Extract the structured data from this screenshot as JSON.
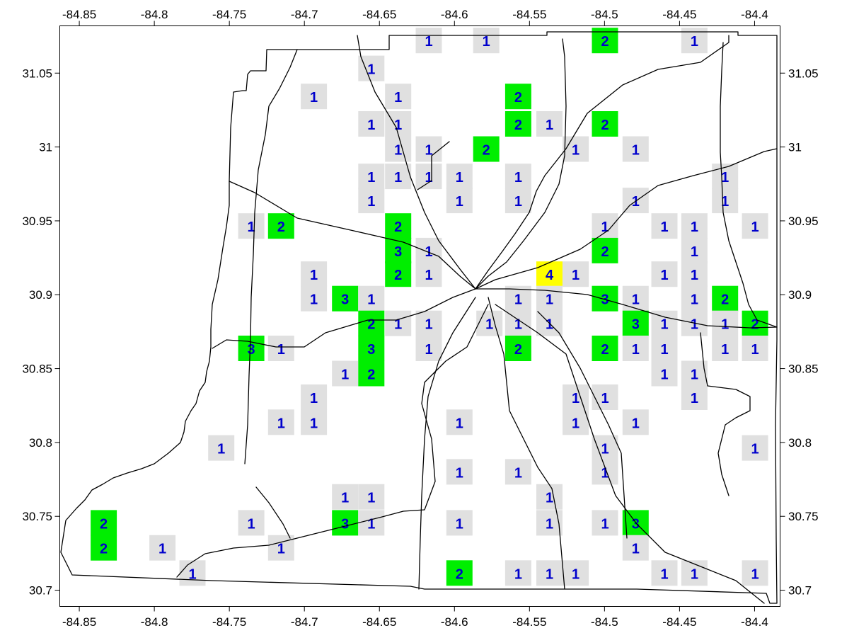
{
  "map": {
    "x_ticks": [
      "-84.85",
      "-84.8",
      "-84.75",
      "-84.7",
      "-84.65",
      "-84.6",
      "-84.55",
      "-84.5",
      "-84.45",
      "-84.4"
    ],
    "x_tick_values": [
      -84.85,
      -84.8,
      -84.75,
      -84.7,
      -84.65,
      -84.6,
      -84.55,
      -84.5,
      -84.45,
      -84.4
    ],
    "y_ticks": [
      "31.05",
      "31",
      "30.95",
      "30.9",
      "30.85",
      "30.8",
      "30.75",
      "30.7"
    ],
    "y_tick_values": [
      31.05,
      31.0,
      30.95,
      30.9,
      30.85,
      30.8,
      30.75,
      30.7
    ],
    "xlim": [
      -84.863,
      -84.383
    ],
    "ylim": [
      30.689,
      31.082
    ],
    "colors": {
      "count_1": "#e0e0e0",
      "count_2": "#00ee00",
      "count_3": "#00ee00",
      "count_4": "#ffff00",
      "label": "#0000cc",
      "road": "#000000"
    },
    "cells": [
      {
        "lon": -84.6171,
        "lat": 31.0721,
        "count": 1
      },
      {
        "lon": -84.5788,
        "lat": 31.0721,
        "count": 1
      },
      {
        "lon": -84.4997,
        "lat": 31.0721,
        "count": 2
      },
      {
        "lon": -84.4401,
        "lat": 31.0721,
        "count": 1
      },
      {
        "lon": -84.6554,
        "lat": 31.0532,
        "count": 1
      },
      {
        "lon": -84.6937,
        "lat": 31.0342,
        "count": 1
      },
      {
        "lon": -84.6375,
        "lat": 31.0342,
        "count": 1
      },
      {
        "lon": -84.5575,
        "lat": 31.0342,
        "count": 2
      },
      {
        "lon": -84.6554,
        "lat": 31.0156,
        "count": 1
      },
      {
        "lon": -84.6375,
        "lat": 31.0156,
        "count": 1
      },
      {
        "lon": -84.5575,
        "lat": 31.0156,
        "count": 2
      },
      {
        "lon": -84.5367,
        "lat": 31.0156,
        "count": 1
      },
      {
        "lon": -84.4997,
        "lat": 31.0156,
        "count": 2
      },
      {
        "lon": -84.6375,
        "lat": 30.9986,
        "count": 1
      },
      {
        "lon": -84.6171,
        "lat": 30.9986,
        "count": 1
      },
      {
        "lon": -84.5788,
        "lat": 30.9986,
        "count": 2
      },
      {
        "lon": -84.5192,
        "lat": 30.9986,
        "count": 1
      },
      {
        "lon": -84.4793,
        "lat": 30.9986,
        "count": 1
      },
      {
        "lon": -84.6554,
        "lat": 30.9801,
        "count": 1
      },
      {
        "lon": -84.6375,
        "lat": 30.9801,
        "count": 1
      },
      {
        "lon": -84.6171,
        "lat": 30.9801,
        "count": 1
      },
      {
        "lon": -84.5967,
        "lat": 30.9801,
        "count": 1
      },
      {
        "lon": -84.5575,
        "lat": 30.9801,
        "count": 1
      },
      {
        "lon": -84.4197,
        "lat": 30.9801,
        "count": 1
      },
      {
        "lon": -84.6554,
        "lat": 30.9638,
        "count": 1
      },
      {
        "lon": -84.5967,
        "lat": 30.9638,
        "count": 1
      },
      {
        "lon": -84.5575,
        "lat": 30.9638,
        "count": 1
      },
      {
        "lon": -84.4793,
        "lat": 30.9638,
        "count": 1
      },
      {
        "lon": -84.4197,
        "lat": 30.9638,
        "count": 1
      },
      {
        "lon": -84.7354,
        "lat": 30.9465,
        "count": 1
      },
      {
        "lon": -84.7155,
        "lat": 30.9465,
        "count": 2
      },
      {
        "lon": -84.6375,
        "lat": 30.9465,
        "count": 2
      },
      {
        "lon": -84.4997,
        "lat": 30.9465,
        "count": 1
      },
      {
        "lon": -84.4601,
        "lat": 30.9465,
        "count": 1
      },
      {
        "lon": -84.4401,
        "lat": 30.9465,
        "count": 1
      },
      {
        "lon": -84.3997,
        "lat": 30.9465,
        "count": 1
      },
      {
        "lon": -84.6375,
        "lat": 30.9299,
        "count": 3
      },
      {
        "lon": -84.6171,
        "lat": 30.9299,
        "count": 1
      },
      {
        "lon": -84.4997,
        "lat": 30.9299,
        "count": 2
      },
      {
        "lon": -84.4401,
        "lat": 30.9299,
        "count": 1
      },
      {
        "lon": -84.6937,
        "lat": 30.9139,
        "count": 1
      },
      {
        "lon": -84.6375,
        "lat": 30.9139,
        "count": 2
      },
      {
        "lon": -84.6171,
        "lat": 30.9139,
        "count": 1
      },
      {
        "lon": -84.5367,
        "lat": 30.9139,
        "count": 4
      },
      {
        "lon": -84.5192,
        "lat": 30.9139,
        "count": 1
      },
      {
        "lon": -84.4601,
        "lat": 30.9139,
        "count": 1
      },
      {
        "lon": -84.4401,
        "lat": 30.9139,
        "count": 1
      },
      {
        "lon": -84.6937,
        "lat": 30.8974,
        "count": 1
      },
      {
        "lon": -84.6729,
        "lat": 30.8974,
        "count": 3
      },
      {
        "lon": -84.6554,
        "lat": 30.8974,
        "count": 1
      },
      {
        "lon": -84.5575,
        "lat": 30.8974,
        "count": 1
      },
      {
        "lon": -84.5367,
        "lat": 30.8974,
        "count": 1
      },
      {
        "lon": -84.4997,
        "lat": 30.8974,
        "count": 3
      },
      {
        "lon": -84.4793,
        "lat": 30.8974,
        "count": 1
      },
      {
        "lon": -84.4401,
        "lat": 30.8974,
        "count": 1
      },
      {
        "lon": -84.4197,
        "lat": 30.8974,
        "count": 2
      },
      {
        "lon": -84.6554,
        "lat": 30.8806,
        "count": 2
      },
      {
        "lon": -84.6375,
        "lat": 30.8806,
        "count": 1
      },
      {
        "lon": -84.6171,
        "lat": 30.8806,
        "count": 1
      },
      {
        "lon": -84.5767,
        "lat": 30.8806,
        "count": 1
      },
      {
        "lon": -84.5575,
        "lat": 30.8806,
        "count": 1
      },
      {
        "lon": -84.5367,
        "lat": 30.8806,
        "count": 1
      },
      {
        "lon": -84.4793,
        "lat": 30.8806,
        "count": 3
      },
      {
        "lon": -84.4601,
        "lat": 30.8806,
        "count": 1
      },
      {
        "lon": -84.4401,
        "lat": 30.8806,
        "count": 1
      },
      {
        "lon": -84.4197,
        "lat": 30.8806,
        "count": 1
      },
      {
        "lon": -84.3997,
        "lat": 30.8806,
        "count": 2
      },
      {
        "lon": -84.7354,
        "lat": 30.8637,
        "count": 3
      },
      {
        "lon": -84.7155,
        "lat": 30.8637,
        "count": 1
      },
      {
        "lon": -84.6554,
        "lat": 30.8637,
        "count": 3
      },
      {
        "lon": -84.6171,
        "lat": 30.8637,
        "count": 1
      },
      {
        "lon": -84.5575,
        "lat": 30.8637,
        "count": 2
      },
      {
        "lon": -84.4997,
        "lat": 30.8637,
        "count": 2
      },
      {
        "lon": -84.4793,
        "lat": 30.8637,
        "count": 1
      },
      {
        "lon": -84.4601,
        "lat": 30.8637,
        "count": 1
      },
      {
        "lon": -84.4197,
        "lat": 30.8637,
        "count": 1
      },
      {
        "lon": -84.3997,
        "lat": 30.8637,
        "count": 1
      },
      {
        "lon": -84.6729,
        "lat": 30.8467,
        "count": 1
      },
      {
        "lon": -84.6554,
        "lat": 30.8467,
        "count": 2
      },
      {
        "lon": -84.4601,
        "lat": 30.8467,
        "count": 1
      },
      {
        "lon": -84.4401,
        "lat": 30.8467,
        "count": 1
      },
      {
        "lon": -84.6937,
        "lat": 30.8306,
        "count": 1
      },
      {
        "lon": -84.5192,
        "lat": 30.8306,
        "count": 1
      },
      {
        "lon": -84.4997,
        "lat": 30.8306,
        "count": 1
      },
      {
        "lon": -84.4401,
        "lat": 30.8306,
        "count": 1
      },
      {
        "lon": -84.7155,
        "lat": 30.8137,
        "count": 1
      },
      {
        "lon": -84.6937,
        "lat": 30.8137,
        "count": 1
      },
      {
        "lon": -84.5967,
        "lat": 30.8137,
        "count": 1
      },
      {
        "lon": -84.5192,
        "lat": 30.8137,
        "count": 1
      },
      {
        "lon": -84.4793,
        "lat": 30.8137,
        "count": 1
      },
      {
        "lon": -84.7554,
        "lat": 30.7963,
        "count": 1
      },
      {
        "lon": -84.4997,
        "lat": 30.7963,
        "count": 1
      },
      {
        "lon": -84.3997,
        "lat": 30.7963,
        "count": 1
      },
      {
        "lon": -84.5967,
        "lat": 30.7801,
        "count": 1
      },
      {
        "lon": -84.5575,
        "lat": 30.7801,
        "count": 1
      },
      {
        "lon": -84.4997,
        "lat": 30.7801,
        "count": 1
      },
      {
        "lon": -84.6729,
        "lat": 30.7632,
        "count": 1
      },
      {
        "lon": -84.6554,
        "lat": 30.7632,
        "count": 1
      },
      {
        "lon": -84.5367,
        "lat": 30.7632,
        "count": 1
      },
      {
        "lon": -84.8337,
        "lat": 30.7456,
        "count": 2
      },
      {
        "lon": -84.7354,
        "lat": 30.7456,
        "count": 1
      },
      {
        "lon": -84.6729,
        "lat": 30.7456,
        "count": 3
      },
      {
        "lon": -84.6554,
        "lat": 30.7456,
        "count": 1
      },
      {
        "lon": -84.5967,
        "lat": 30.7456,
        "count": 1
      },
      {
        "lon": -84.5367,
        "lat": 30.7456,
        "count": 1
      },
      {
        "lon": -84.4997,
        "lat": 30.7456,
        "count": 1
      },
      {
        "lon": -84.4793,
        "lat": 30.7456,
        "count": 3
      },
      {
        "lon": -84.8337,
        "lat": 30.7287,
        "count": 2
      },
      {
        "lon": -84.7946,
        "lat": 30.7287,
        "count": 1
      },
      {
        "lon": -84.7155,
        "lat": 30.7287,
        "count": 1
      },
      {
        "lon": -84.4793,
        "lat": 30.7287,
        "count": 1
      },
      {
        "lon": -84.7746,
        "lat": 30.7116,
        "count": 1
      },
      {
        "lon": -84.5967,
        "lat": 30.7116,
        "count": 2
      },
      {
        "lon": -84.5575,
        "lat": 30.7116,
        "count": 1
      },
      {
        "lon": -84.5367,
        "lat": 30.7116,
        "count": 1
      },
      {
        "lon": -84.5192,
        "lat": 30.7116,
        "count": 1
      },
      {
        "lon": -84.4601,
        "lat": 30.7116,
        "count": 1
      },
      {
        "lon": -84.4401,
        "lat": 30.7116,
        "count": 1
      },
      {
        "lon": -84.3997,
        "lat": 30.7116,
        "count": 1
      }
    ]
  }
}
